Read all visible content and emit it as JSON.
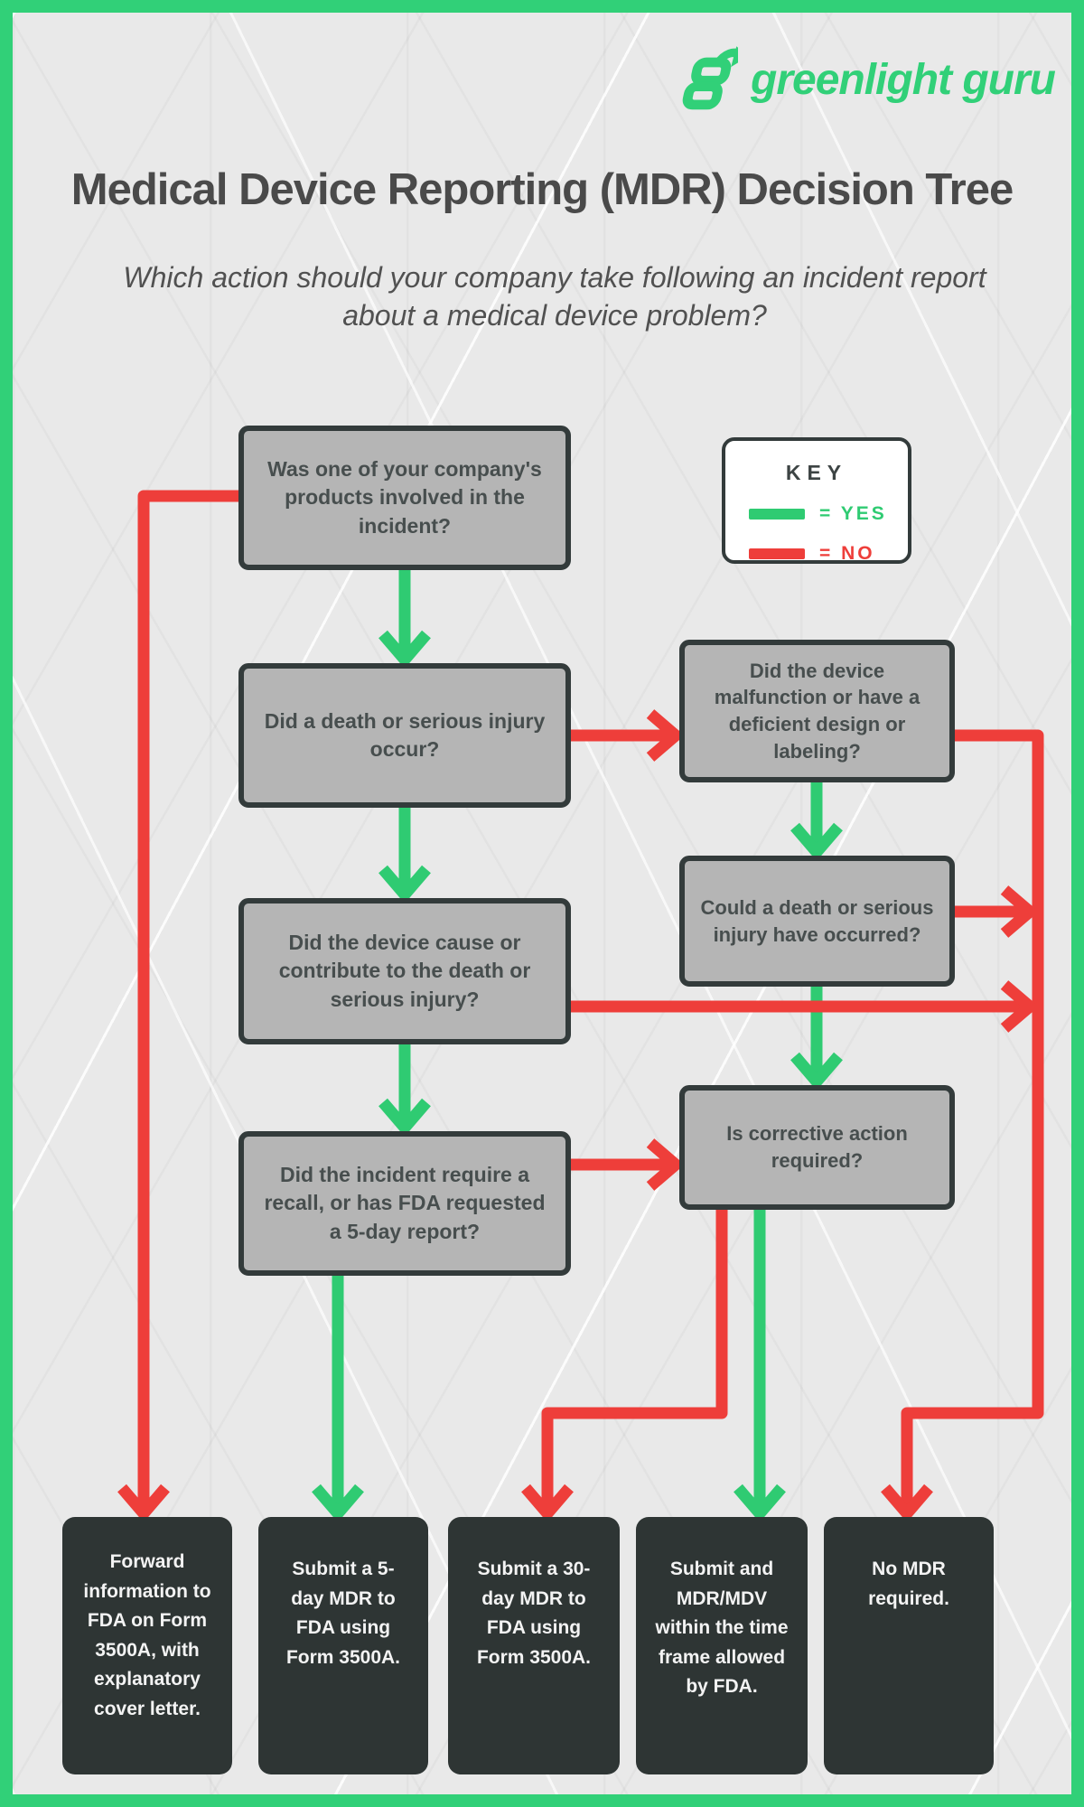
{
  "brand": {
    "name": "greenlight guru"
  },
  "header": {
    "title": "Medical Device Reporting (MDR) Decision Tree",
    "subtitle": "Which action should your company take following an incident report about a medical device problem?"
  },
  "key": {
    "title": "KEY",
    "yes_label": "= YES",
    "no_label": "= NO"
  },
  "colors": {
    "green": "#2fcb72",
    "red": "#ee3e3a",
    "frame": "#31d078",
    "question_fill": "#b5b5b5",
    "question_border": "#333b3b",
    "outcome_fill": "#2e3534",
    "background": "#e9e9e9"
  },
  "questions": [
    {
      "id": "q1",
      "text": "Was one of your company's products involved in the incident?"
    },
    {
      "id": "q2",
      "text": "Did a death or serious injury occur?"
    },
    {
      "id": "q3",
      "text": "Did the device malfunction or have a deficient design or labeling?"
    },
    {
      "id": "q4",
      "text": "Could a death or serious injury have occurred?"
    },
    {
      "id": "q5",
      "text": "Did the device cause or contribute to the death or serious injury?"
    },
    {
      "id": "q6",
      "text": "Is corrective action required?"
    },
    {
      "id": "q7",
      "text": "Did the incident require a recall, or has FDA requested a 5-day report?"
    }
  ],
  "outcomes": [
    {
      "id": "o1",
      "text": "Forward information to FDA on Form 3500A, with explanatory cover letter."
    },
    {
      "id": "o2",
      "text": "Submit a 5-day MDR to FDA using Form 3500A."
    },
    {
      "id": "o3",
      "text": "Submit a 30-day MDR to FDA using Form 3500A."
    },
    {
      "id": "o4",
      "text": "Submit and MDR/MDV within the time frame allowed by FDA."
    },
    {
      "id": "o5",
      "text": "No MDR required."
    }
  ],
  "edges": [
    {
      "from": "q1",
      "to": "q2",
      "answer": "yes"
    },
    {
      "from": "q1",
      "to": "o1",
      "answer": "no"
    },
    {
      "from": "q2",
      "to": "q5",
      "answer": "yes"
    },
    {
      "from": "q2",
      "to": "q3",
      "answer": "no"
    },
    {
      "from": "q3",
      "to": "q4",
      "answer": "yes"
    },
    {
      "from": "q3",
      "to": "o5",
      "answer": "no"
    },
    {
      "from": "q4",
      "to": "q6",
      "answer": "yes"
    },
    {
      "from": "q4",
      "to": "o5",
      "answer": "no"
    },
    {
      "from": "q5",
      "to": "q7",
      "answer": "yes"
    },
    {
      "from": "q5",
      "to": "o5",
      "answer": "no"
    },
    {
      "from": "q6",
      "to": "o4",
      "answer": "yes"
    },
    {
      "from": "q6",
      "to": "o3",
      "answer": "no"
    },
    {
      "from": "q7",
      "to": "o2",
      "answer": "yes"
    },
    {
      "from": "q7",
      "to": "q6",
      "answer": "no"
    }
  ]
}
